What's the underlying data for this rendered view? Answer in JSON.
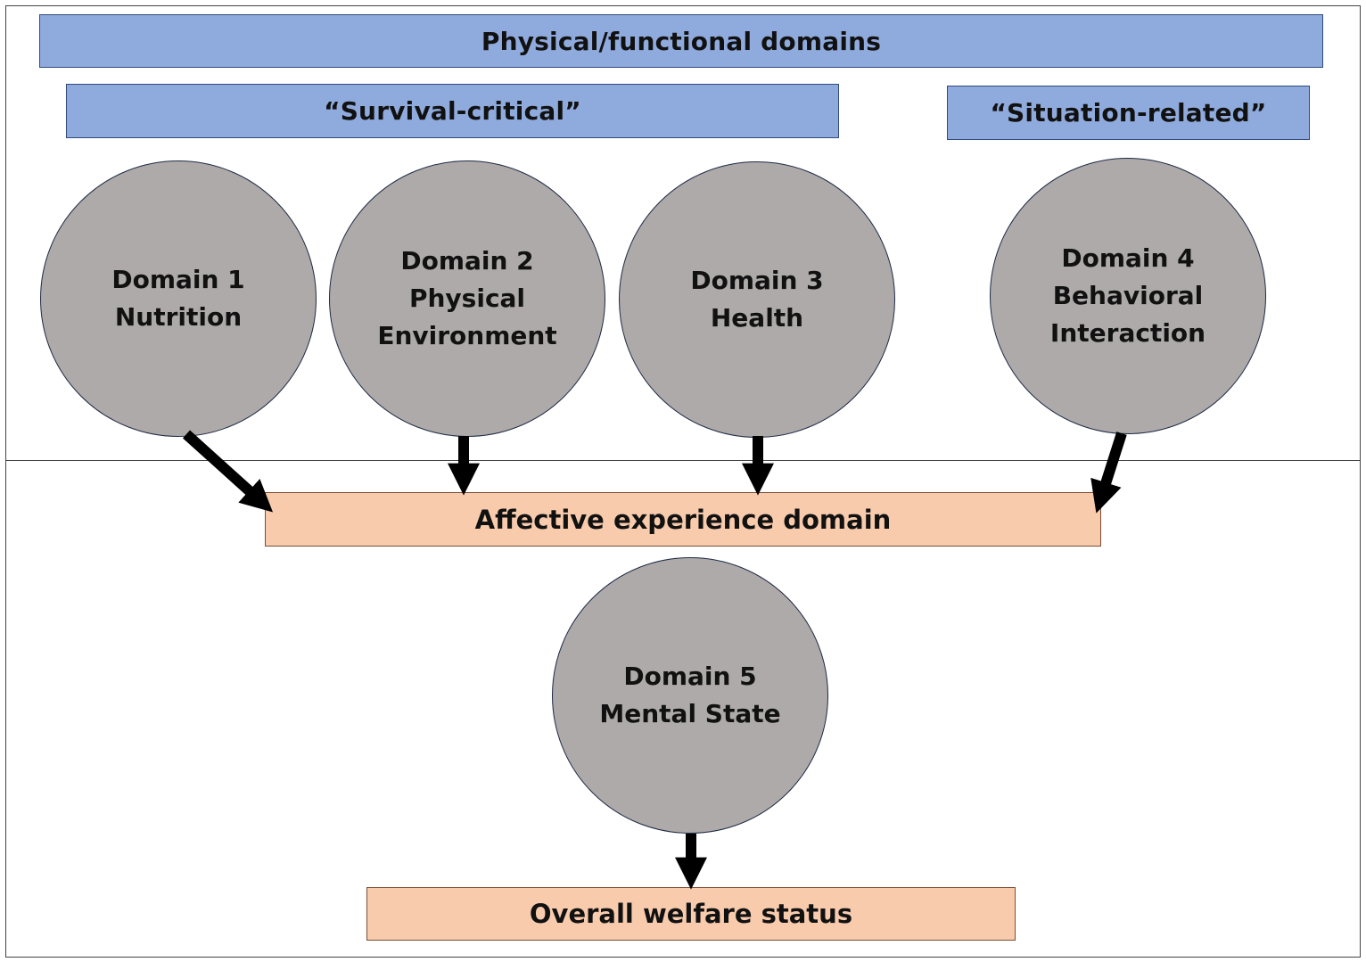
{
  "header": {
    "title": "Physical/functional domains"
  },
  "groups": {
    "survival": "“Survival-critical”",
    "situation": "“Situation-related”"
  },
  "domains": [
    {
      "line1": "Domain 1",
      "line2": "Nutrition",
      "line3": ""
    },
    {
      "line1": "Domain 2",
      "line2": "Physical",
      "line3": "Environment"
    },
    {
      "line1": "Domain 3",
      "line2": "Health",
      "line3": ""
    },
    {
      "line1": "Domain 4",
      "line2": "Behavioral",
      "line3": "Interaction"
    },
    {
      "line1": "Domain 5",
      "line2": "Mental State",
      "line3": ""
    }
  ],
  "affective": {
    "label": "Affective experience domain"
  },
  "welfare": {
    "label": "Overall welfare status"
  },
  "colors": {
    "bar_fill": "#8faadc",
    "circle_fill": "#aeaaaa",
    "box_fill": "#f8cbad",
    "arrow": "#000000"
  }
}
